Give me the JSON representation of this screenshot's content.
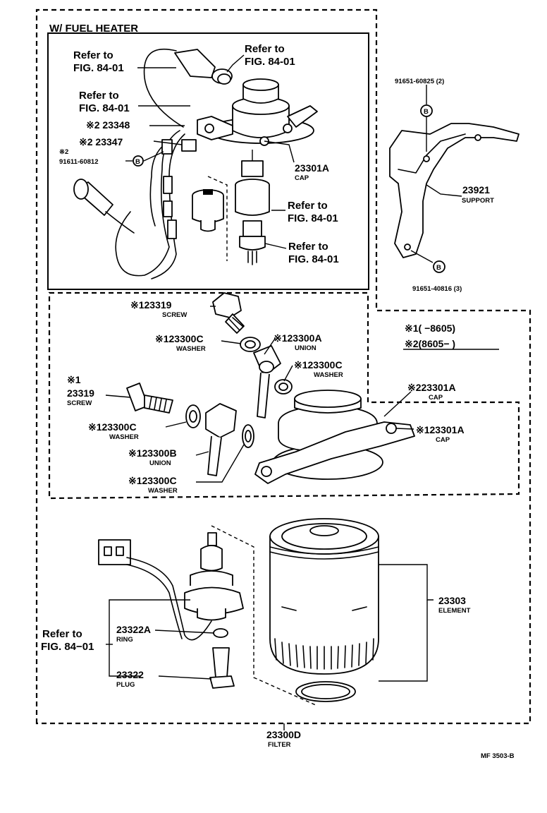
{
  "section_title": "W/ FUEL HEATER",
  "refer_to": "Refer to",
  "fig_ref": "FIG. 84-01",
  "fig_ref_bottom": "FIG. 84−01",
  "p_23348": "※2 23348",
  "p_23347": "※2 23347",
  "p_91611_mark": "※2",
  "p_91611": "91611-60812",
  "p_23301A": "23301A",
  "lbl_cap": "CAP",
  "p_91651_60825": "91651-60825 (2)",
  "p_23921": "23921",
  "lbl_support": "SUPPORT",
  "p_91651_40816": "91651-40816 (3)",
  "p_23319_a": "※123319",
  "lbl_screw": "SCREW",
  "p_23300C_a": "※123300C",
  "lbl_washer": "WASHER",
  "p_23300A": "※123300A",
  "lbl_union": "UNION",
  "p_23300C_b": "※123300C",
  "mark_1": "※1",
  "p_23319_b": "23319",
  "p_23300C_c": "※123300C",
  "p_23300B": "※123300B",
  "p_23300C_d": "※123300C",
  "legend_1": "※1(      −8605)",
  "legend_2": "※2(8605−     )",
  "p_23301A_2": "※223301A",
  "p_23301A_1": "※123301A",
  "p_23322A": "23322A",
  "lbl_ring": "RING",
  "p_23322": "23322",
  "lbl_plug": "PLUG",
  "p_23303": "23303",
  "lbl_element": "ELEMENT",
  "p_23300D": "23300D",
  "lbl_filter": "FILTER",
  "diagram_code": "MF  3503-B",
  "icons": {
    "bolt_marker": "B-circle-icon"
  }
}
